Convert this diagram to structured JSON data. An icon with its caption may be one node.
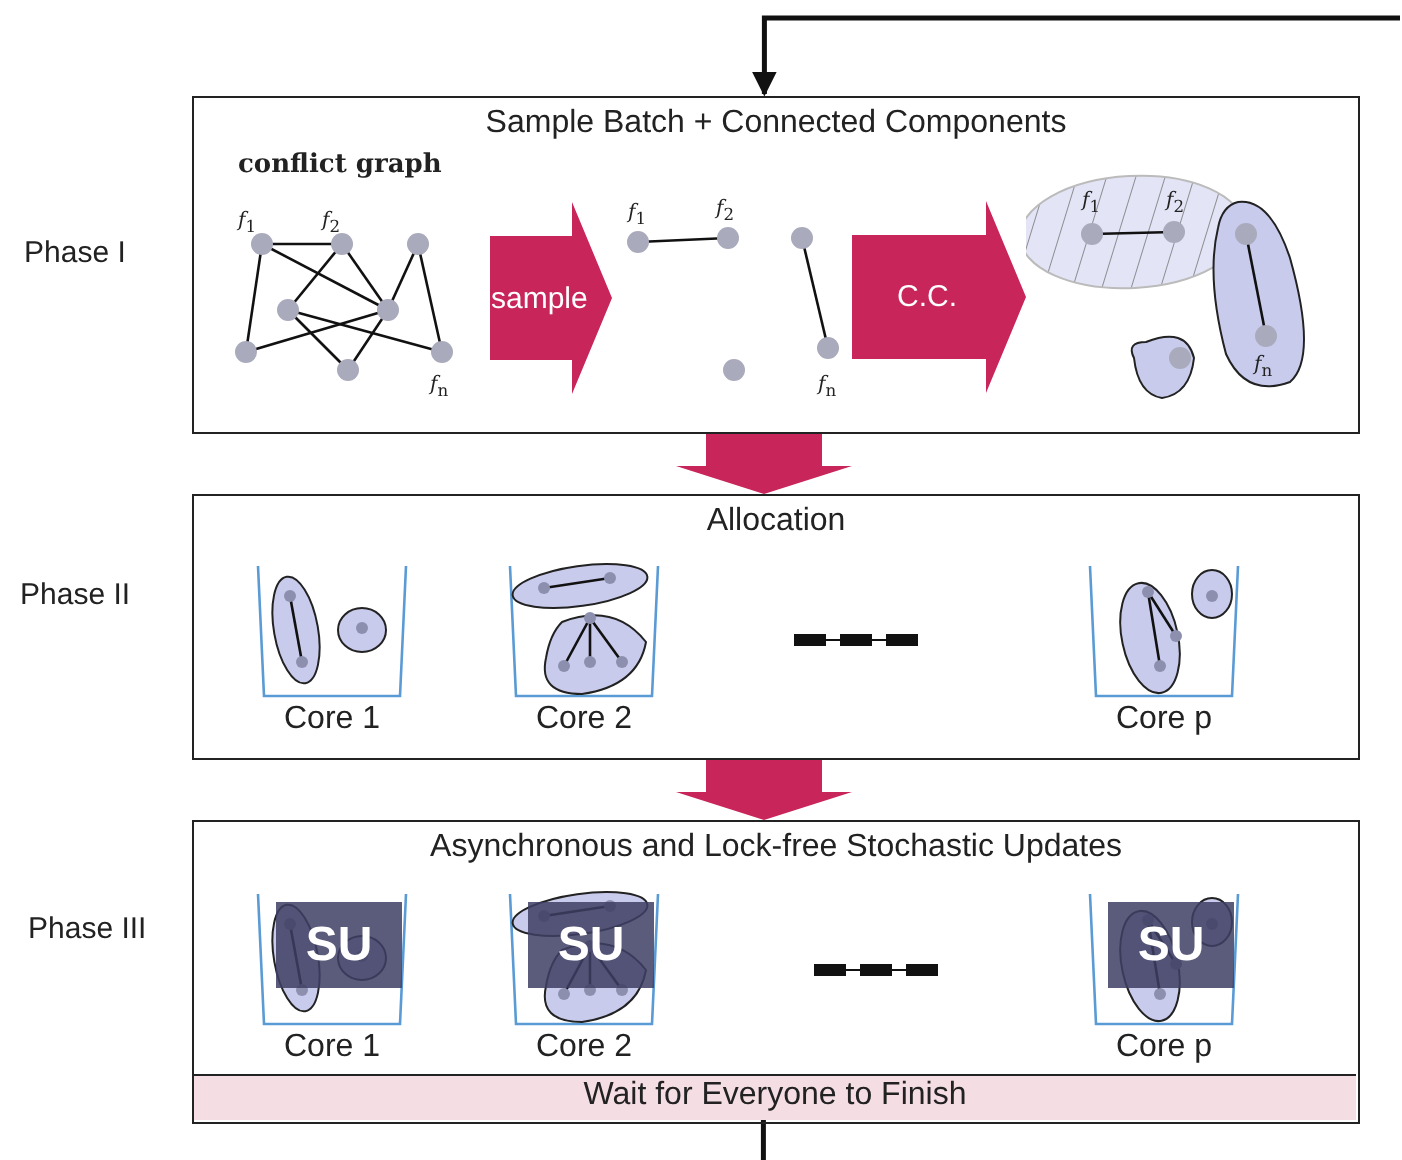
{
  "diagram": {
    "nodes": [
      {
        "text": [
          "Sample Batch + Connected Components"
        ],
        "beside": [
          "Phase I"
        ]
      },
      {
        "text": [
          "conflict graph"
        ],
        "in": 0
      },
      {
        "text": [],
        "shape": "picture",
        "in": 0
      },
      {
        "text": [],
        "shape": "picture",
        "in": 0
      },
      {
        "text": [
          "Allocation"
        ],
        "beside": [
          "Phase II"
        ]
      },
      {
        "text": [
          "Core 1"
        ],
        "in": 4
      },
      {
        "text": [
          "Core 2"
        ],
        "in": 4
      },
      {
        "text": [
          "Core p"
        ],
        "in": 4
      },
      {
        "text": [
          "Asynchronous and Lock-free Stochastic Updates"
        ],
        "beside": [
          "Phase III"
        ]
      },
      {
        "text": [
          "SU",
          "Core 1"
        ],
        "in": 8
      },
      {
        "text": [
          "SU",
          "Core 2"
        ],
        "in": 8
      },
      {
        "text": [
          "SU",
          "Core p"
        ],
        "in": 8
      },
      {
        "text": [
          "Wait for Everyone to Finish"
        ],
        "in": 8
      }
    ],
    "edges": [
      {
        "from": null,
        "to": 0,
        "arrow": "to"
      },
      {
        "from": 1,
        "to": 2,
        "arrow": "to",
        "label": "sample"
      },
      {
        "from": 2,
        "to": 3,
        "arrow": "to",
        "label": "C.C."
      },
      {
        "from": 0,
        "to": 4,
        "arrow": "to"
      },
      {
        "from": 4,
        "to": 8,
        "arrow": "to"
      },
      {
        "from": 12,
        "to": null,
        "arrow": "none"
      }
    ],
    "labels": [
      "*f*$_{1}$",
      "*f*$_{2}$",
      "*f*$_{n}$",
      "*f*$_{1}$",
      "*f*$_{2}$",
      "*f*$_{n}$",
      "*f*$_{1}$",
      "*f*$_{2}$",
      "*f*$_{n}$"
    ]
  }
}
